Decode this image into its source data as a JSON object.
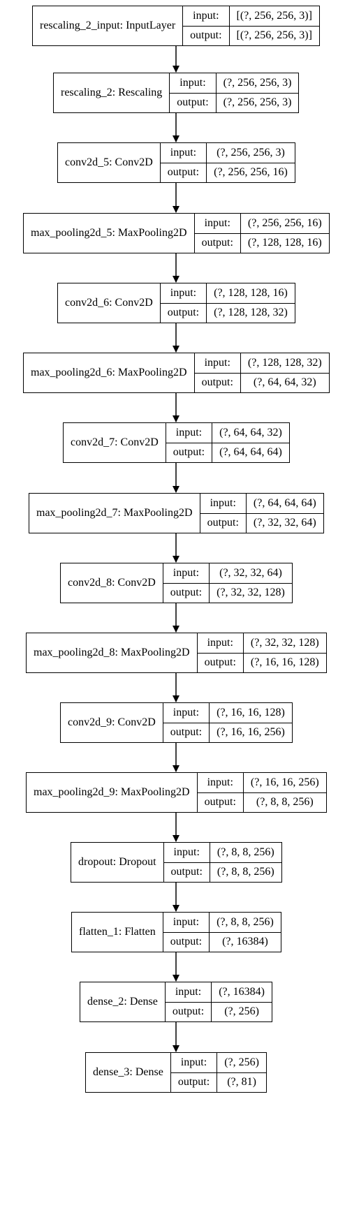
{
  "diagram": {
    "input_label": "input:",
    "output_label": "output:",
    "layers": [
      {
        "name": "rescaling_2_input: InputLayer",
        "input": "[(?, 256, 256, 3)]",
        "output": "[(?, 256, 256, 3)]"
      },
      {
        "name": "rescaling_2: Rescaling",
        "input": "(?, 256, 256, 3)",
        "output": "(?, 256, 256, 3)"
      },
      {
        "name": "conv2d_5: Conv2D",
        "input": "(?, 256, 256, 3)",
        "output": "(?, 256, 256, 16)"
      },
      {
        "name": "max_pooling2d_5: MaxPooling2D",
        "input": "(?, 256, 256, 16)",
        "output": "(?, 128, 128, 16)"
      },
      {
        "name": "conv2d_6: Conv2D",
        "input": "(?, 128, 128, 16)",
        "output": "(?, 128, 128, 32)"
      },
      {
        "name": "max_pooling2d_6: MaxPooling2D",
        "input": "(?, 128, 128, 32)",
        "output": "(?, 64, 64, 32)"
      },
      {
        "name": "conv2d_7: Conv2D",
        "input": "(?, 64, 64, 32)",
        "output": "(?, 64, 64, 64)"
      },
      {
        "name": "max_pooling2d_7: MaxPooling2D",
        "input": "(?, 64, 64, 64)",
        "output": "(?, 32, 32, 64)"
      },
      {
        "name": "conv2d_8: Conv2D",
        "input": "(?, 32, 32, 64)",
        "output": "(?, 32, 32, 128)"
      },
      {
        "name": "max_pooling2d_8: MaxPooling2D",
        "input": "(?, 32, 32, 128)",
        "output": "(?, 16, 16, 128)"
      },
      {
        "name": "conv2d_9: Conv2D",
        "input": "(?, 16, 16, 128)",
        "output": "(?, 16, 16, 256)"
      },
      {
        "name": "max_pooling2d_9: MaxPooling2D",
        "input": "(?, 16, 16, 256)",
        "output": "(?, 8, 8, 256)"
      },
      {
        "name": "dropout: Dropout",
        "input": "(?, 8, 8, 256)",
        "output": "(?, 8, 8, 256)"
      },
      {
        "name": "flatten_1: Flatten",
        "input": "(?, 8, 8, 256)",
        "output": "(?, 16384)"
      },
      {
        "name": "dense_2: Dense",
        "input": "(?, 16384)",
        "output": "(?, 256)"
      },
      {
        "name": "dense_3: Dense",
        "input": "(?, 256)",
        "output": "(?, 81)"
      }
    ]
  }
}
